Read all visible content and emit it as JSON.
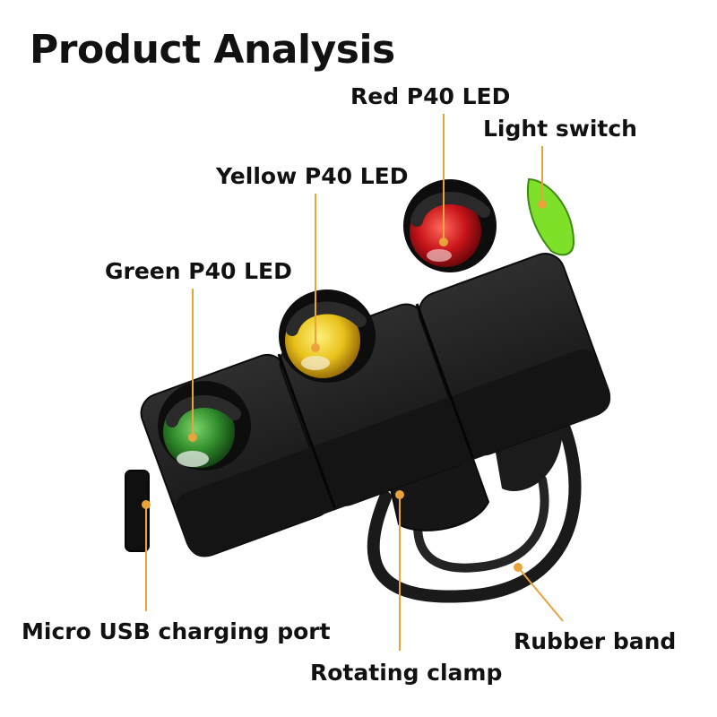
{
  "title": "Product Analysis",
  "product_image": {
    "name": "three-color bike tail light",
    "colors": {
      "housing": "#1c1c1c",
      "green_led": "#2f8a2a",
      "yellow_led": "#e8c21a",
      "red_led": "#c8141a",
      "switch": "#7fe02a",
      "leader_line": "#e8a33a"
    }
  },
  "callouts": {
    "red_led": "Red P40 LED",
    "light_switch": "Light switch",
    "yellow_led": "Yellow P40 LED",
    "green_led": "Green P40 LED",
    "usb_port": "Micro USB charging port",
    "rotating_clamp": "Rotating clamp",
    "rubber_band": "Rubber band"
  }
}
